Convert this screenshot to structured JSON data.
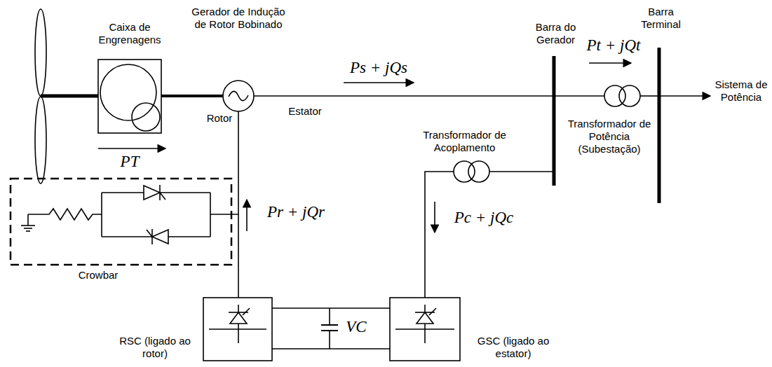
{
  "diagram": {
    "labels": [
      "Caixa de Engrenagens",
      "Gerador de Indução de Rotor Bobinado",
      "Barra do Gerador",
      "Barra Terminal",
      "Ps + jQs",
      "Pt + jQt",
      "Estator",
      "Rotor",
      "PT",
      "Transformador de Acoplamento",
      "Sistema de Potência",
      "Transformador de Potência (Subestação)",
      "Pr + jQr",
      "Pc + jQc",
      "Crowbar",
      "RSC (ligado ao rotor)",
      "GSC (ligado ao estator)",
      "VC"
    ]
  }
}
